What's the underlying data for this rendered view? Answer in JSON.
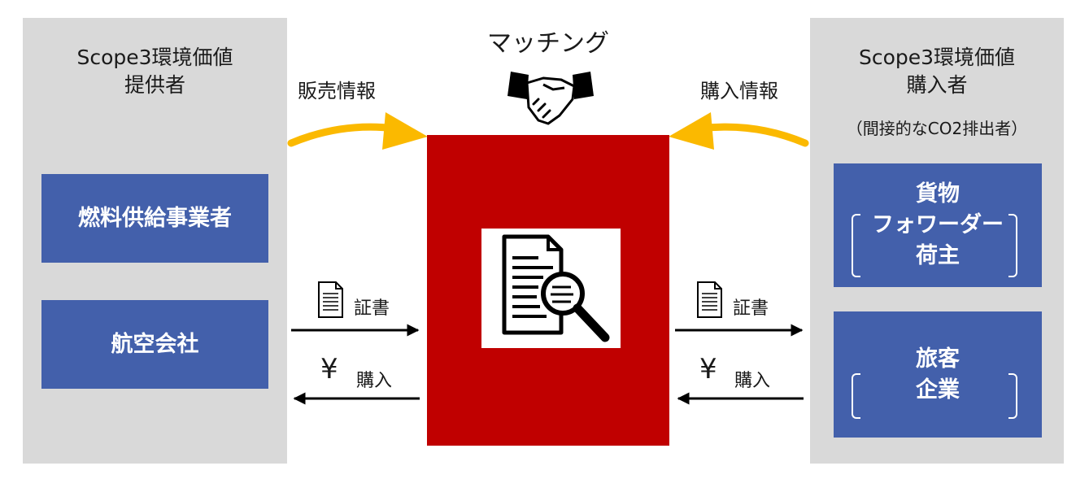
{
  "title": "マッチング",
  "provider": {
    "heading_line1": "Scope3環境価値",
    "heading_line2": "提供者",
    "actors": [
      "燃料供給事業者",
      "航空会社"
    ]
  },
  "buyer": {
    "heading_line1": "Scope3環境価値",
    "heading_line2": "購入者",
    "note": "（間接的なCO2排出者）",
    "group1_line1": "貨物",
    "group1_line2": "フォワーダー",
    "group1_line3": "荷主",
    "group2_line1": "旅客",
    "group2_line2": "企業"
  },
  "flows": {
    "sales_info": "販売情報",
    "purchase_info": "購入情報",
    "certificate_left": "証書",
    "purchase_left": "購入",
    "certificate_right": "証書",
    "purchase_right": "購入",
    "yen_symbol": "¥"
  },
  "colors": {
    "panel_bg": "#d9d9d9",
    "actor_blue": "#4360ab",
    "platform_red": "#c00000",
    "arrow_gold": "#fbb900"
  },
  "icons": [
    "handshake-icon",
    "document-search-icon",
    "document-icon",
    "yen-icon"
  ]
}
